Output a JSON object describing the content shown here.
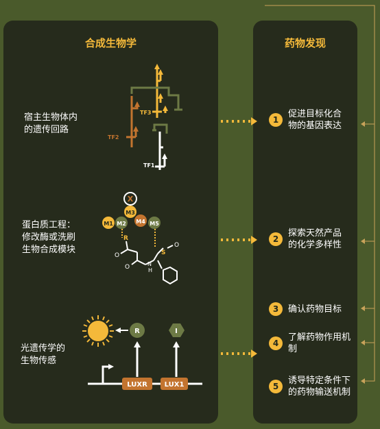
{
  "left_title": "合成生物学",
  "right_title": "药物发现",
  "rows": [
    {
      "label_lines": [
        "宿主生物体内",
        "的遗传回路"
      ]
    },
    {
      "label_lines": [
        "蛋白质工程：",
        "修改酶或洗刷",
        "生物合成模块"
      ]
    },
    {
      "label_lines": [
        "光遗传学的",
        "生物传感"
      ]
    }
  ],
  "circuit": {
    "tf1": "TF1",
    "tf2": "TF2",
    "tf3": "TF3"
  },
  "protein": {
    "modules": [
      "M1",
      "M2",
      "M3",
      "M4",
      "M5"
    ],
    "x": "X",
    "r": "R",
    "o1": "O",
    "o2": "O",
    "o3": "O",
    "nh_n": "N",
    "nh_h": "H",
    "s": "S"
  },
  "optogenetics": {
    "r": "R",
    "i": "I",
    "luxr": "LUXR",
    "lux1": "LUX1"
  },
  "items": [
    {
      "num": "1",
      "lines": [
        "促进目标化合",
        "物的基因表达"
      ]
    },
    {
      "num": "2",
      "lines": [
        "探索天然产品",
        "的化学多样性"
      ]
    },
    {
      "num": "3",
      "lines": [
        "确认药物目标"
      ]
    },
    {
      "num": "4",
      "lines": [
        "了解药物作用机",
        "制"
      ]
    },
    {
      "num": "5",
      "lines": [
        "诱导特定条件下",
        "的药物输送机制"
      ]
    }
  ],
  "colors": {
    "accent": "#f4b93a",
    "orange": "#c3742f",
    "olive": "#6d7a45",
    "panel": "#262b1c",
    "background": "#4a5a2b"
  }
}
